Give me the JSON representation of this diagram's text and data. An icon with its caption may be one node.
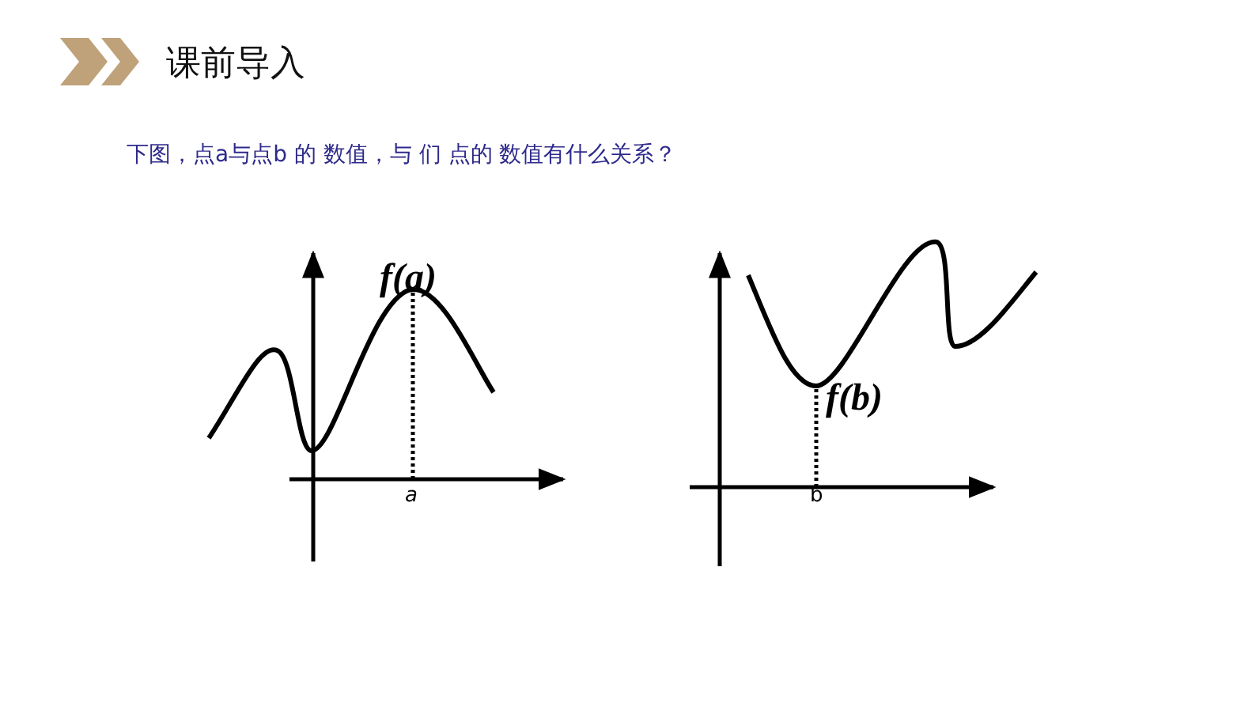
{
  "diagram": {
    "title": "课前导入",
    "labels": [
      "下图，点a与点b 的 数值，与 们 点的 数值有什么关系？",
      "f(a)",
      "a",
      "f(b)",
      "b"
    ]
  }
}
